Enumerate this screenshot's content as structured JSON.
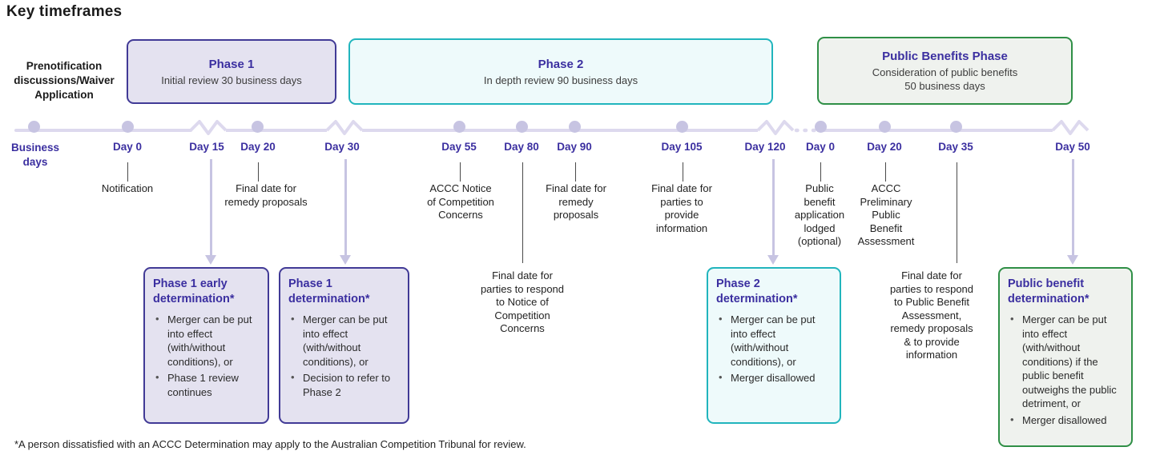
{
  "page": {
    "title": "Key timeframes",
    "footnote": "*A person dissatisfied with an ACCC Determination may apply to the Australian Competition Tribunal for review."
  },
  "prenotification": {
    "label": "Prenotification\ndiscussions/Waiver\nApplication"
  },
  "phases": [
    {
      "id": "phase-1",
      "title": "Phase 1",
      "subtitle": "Initial review 30 business days",
      "border_color": "#413a96",
      "fill_color": "#e4e2f0"
    },
    {
      "id": "phase-2",
      "title": "Phase 2",
      "subtitle": "In depth review 90 business days",
      "border_color": "#21b5bd",
      "fill_color": "#eefafb"
    },
    {
      "id": "public-benefits-phase",
      "title": "Public Benefits Phase",
      "subtitle": "Consideration of public benefits\n50 business days",
      "border_color": "#2f8f46",
      "fill_color": "#eff2ee"
    }
  ],
  "axis": {
    "start_label": "Business\ndays",
    "line_color": "#ddd9ee",
    "dot_color": "#c7c4e2"
  },
  "milestones": [
    {
      "day": "Day 0",
      "note": "Notification"
    },
    {
      "day": "Day 15",
      "note": ""
    },
    {
      "day": "Day 20",
      "note": "Final date for\nremedy proposals"
    },
    {
      "day": "Day 30",
      "note": ""
    },
    {
      "day": "Day 55",
      "note": "ACCC Notice\nof Competition\nConcerns"
    },
    {
      "day": "Day 80",
      "note": "Final date for\nparties to respond\nto Notice of\nCompetition\nConcerns"
    },
    {
      "day": "Day 90",
      "note": "Final date for\nremedy\nproposals"
    },
    {
      "day": "Day 105",
      "note": "Final date for\nparties to\nprovide\ninformation"
    },
    {
      "day": "Day 120",
      "note": ""
    },
    {
      "day": "Day 0",
      "note": "Public\nbenefit\napplication\nlodged\n(optional)"
    },
    {
      "day": "Day 20",
      "note": "ACCC\nPreliminary\nPublic\nBenefit\nAssessment"
    },
    {
      "day": "Day 35",
      "note": "Final date for\nparties to respond\nto Public Benefit\nAssessment,\nremedy proposals\n& to provide\ninformation"
    },
    {
      "day": "Day 50",
      "note": ""
    }
  ],
  "outcomes": [
    {
      "id": "phase-1-early-determination",
      "title": "Phase 1 early\ndetermination*",
      "bullets": [
        "Merger can be put into effect (with/without conditions), or",
        "Phase 1 review continues"
      ],
      "border_color": "#413a96",
      "fill_color": "#e4e2f0"
    },
    {
      "id": "phase-1-determination",
      "title": "Phase 1\ndetermination*",
      "bullets": [
        "Merger can be put into effect (with/without conditions), or",
        "Decision to refer to Phase 2"
      ],
      "border_color": "#413a96",
      "fill_color": "#e4e2f0"
    },
    {
      "id": "phase-2-determination",
      "title": "Phase 2\ndetermination*",
      "bullets": [
        "Merger can be put into effect (with/without conditions), or",
        "Merger disallowed"
      ],
      "border_color": "#21b5bd",
      "fill_color": "#eefafb"
    },
    {
      "id": "public-benefit-determination",
      "title": "Public benefit\ndetermination*",
      "bullets": [
        "Merger can be put into effect (with/without conditions) if the public benefit outweighs the public detriment, or",
        "Merger disallowed"
      ],
      "border_color": "#2f8f46",
      "fill_color": "#eff2ee"
    }
  ]
}
